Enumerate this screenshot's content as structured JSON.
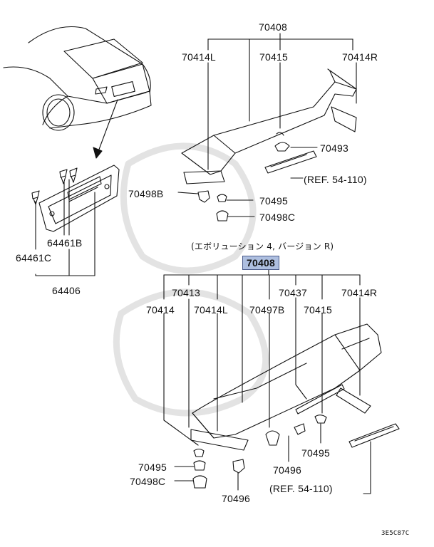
{
  "labels": {
    "top_assembly": "70408",
    "top_spoiler_l": "70414L",
    "top_stop_lamp": "70415",
    "top_spoiler_r": "70414R",
    "top_clip_493": "70493",
    "top_ref": "(REF. 54-110)",
    "top_clip_498b": "70498B",
    "top_clip_495": "70495",
    "top_clip_498c": "70498C",
    "plate_clip_b": "64461B",
    "plate_clip_c": "64461C",
    "plate_garnish": "64406",
    "variant_note": "(エボリューション 4, バージョン R)",
    "bottom_assembly": "70408",
    "b_70413": "70413",
    "b_70437": "70437",
    "b_70414r": "70414R",
    "b_70414": "70414",
    "b_70414l": "70414L",
    "b_70497b": "70497B",
    "b_70415": "70415",
    "b_70495_right": "70495",
    "b_70496_right": "70496",
    "b_70495_left": "70495",
    "b_70498c": "70498C",
    "b_70496_left": "70496",
    "bottom_ref": "(REF. 54-110)",
    "diagram_code": "3E5C87C"
  },
  "colors": {
    "highlight": "#aebfe0",
    "line": "#111111",
    "watermark": "#e6e6e6"
  }
}
